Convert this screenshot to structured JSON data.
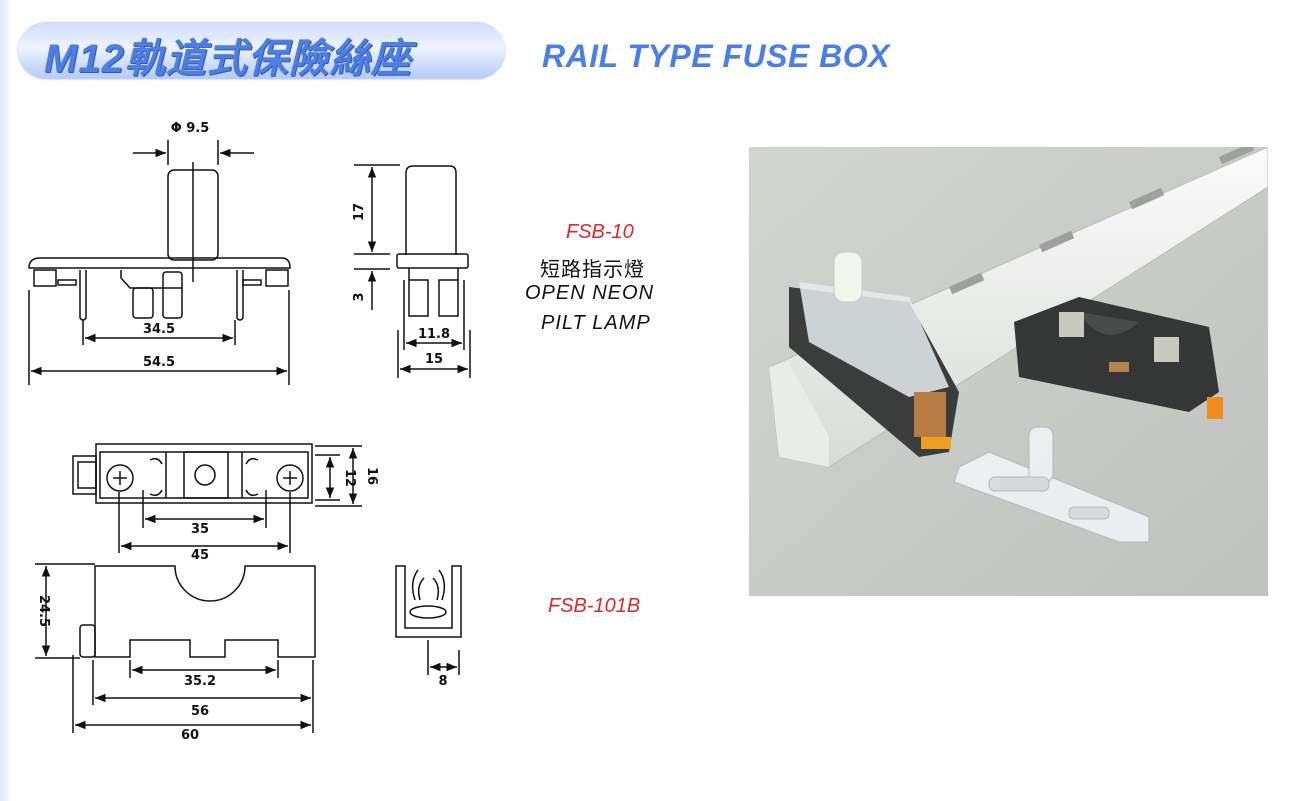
{
  "header": {
    "title_cn": "M12軌道式保險絲座",
    "title_en": "RAIL TYPE FUSE BOX"
  },
  "products": [
    {
      "model": "FSB-10",
      "name_cn": "短路指示燈",
      "name_en_line1": "OPEN NEON",
      "name_en_line2": "PILT LAMP"
    },
    {
      "model": "FSB-101B"
    }
  ],
  "dimensions": {
    "fsb10_front": {
      "diameter": "Φ 9.5",
      "pin_pitch": "34.5",
      "overall_width": "54.5"
    },
    "fsb10_side": {
      "height": "17",
      "leg": "3",
      "inner_width": "11.8",
      "outer_width": "15"
    },
    "fsb101b_top": {
      "screw_inner": "35",
      "screw_outer": "45",
      "inner_height": "12",
      "outer_height": "16"
    },
    "fsb101b_side": {
      "height": "24.5",
      "rail_slot": "35.2",
      "body_width": "56",
      "overall_width": "60"
    },
    "fsb101b_end": {
      "width": "8"
    }
  },
  "colors": {
    "title_blue": "#4a7fe6",
    "model_red": "#e0262b"
  }
}
